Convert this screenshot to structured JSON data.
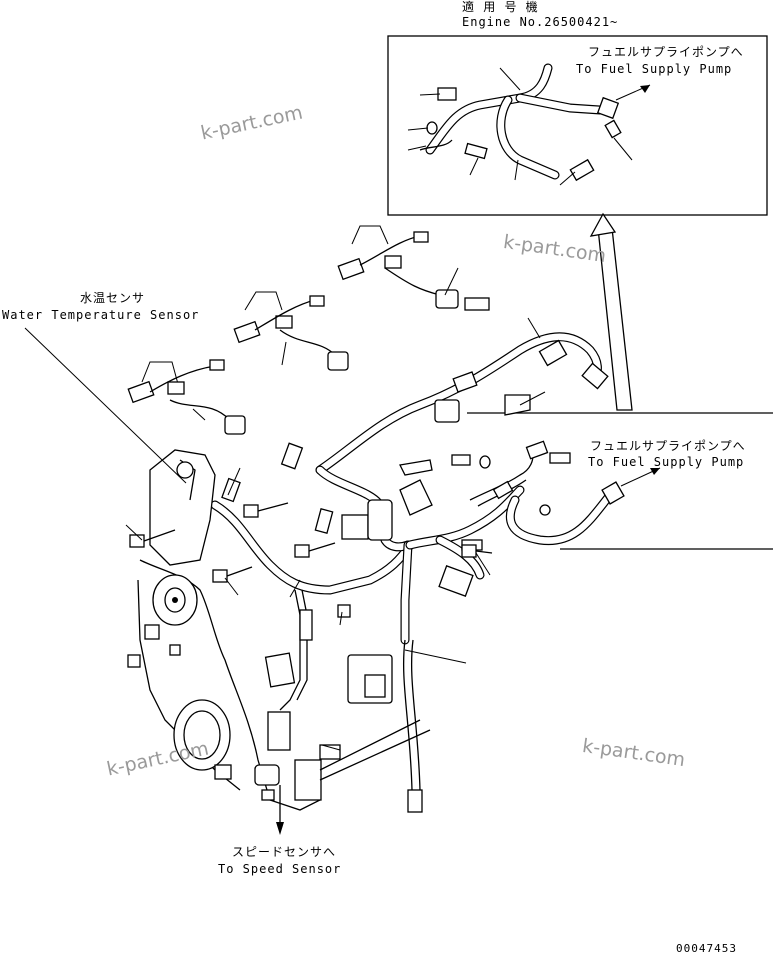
{
  "applicable_models": {
    "jp": "適 用 号 機",
    "serial": "Engine No.26500421~"
  },
  "labels": {
    "fuel_pump_top_jp": "フュエルサプライポンプへ",
    "fuel_pump_top_en": "To Fuel Supply Pump",
    "fuel_pump_mid_jp": "フュエルサプライポンプへ",
    "fuel_pump_mid_en": "To Fuel Supply Pump",
    "water_temp_jp": "水温センサ",
    "water_temp_en": "Water Temperature Sensor",
    "speed_sensor_jp": "スピードセンサへ",
    "speed_sensor_en": "To Speed Sensor"
  },
  "watermarks": [
    "k-part.com",
    "k-part.com",
    "k-part.com",
    "k-part.com"
  ],
  "drawing_number": "00047453"
}
